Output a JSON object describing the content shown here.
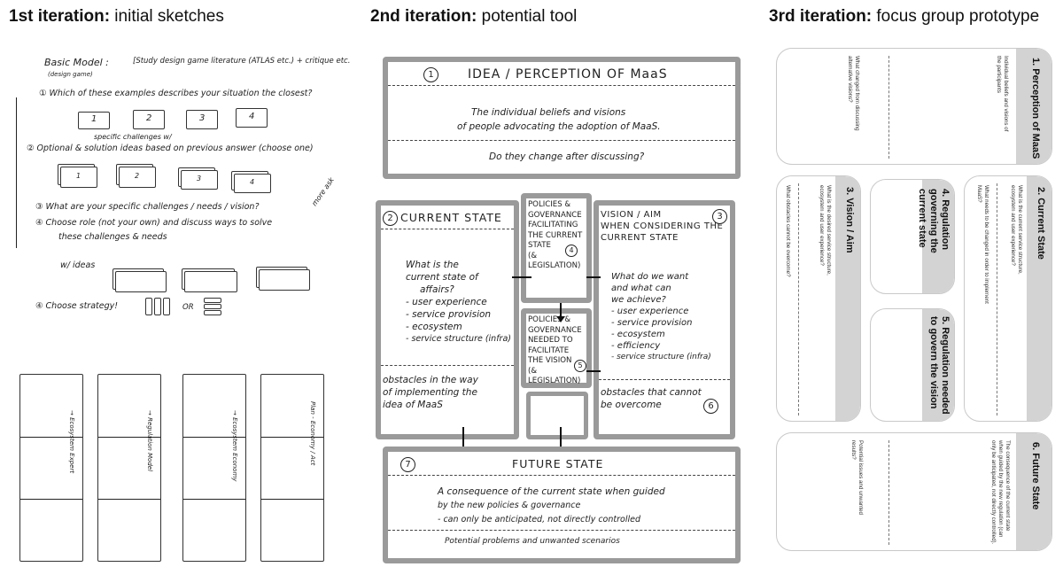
{
  "headers": {
    "col1": {
      "bold": "1st iteration:",
      "rest": " initial sketches"
    },
    "col2": {
      "bold": "2nd iteration:",
      "rest": " potential tool"
    },
    "col3": {
      "bold": "3rd iteration:",
      "rest": " focus group prototype"
    }
  },
  "sketch": {
    "heading": "Basic Model :",
    "heading_sub": "(design game)",
    "note": "[Study design game literature (ATLAS etc.) + critique etc.",
    "step1": "① Which of these examples describes your situation the closest?",
    "boxes1": [
      "1",
      "2",
      "3",
      "4"
    ],
    "step2a": "specific challenges w/",
    "step2": "② Optional & solution ideas based on previous answer (choose one)",
    "stacks2": [
      "1",
      "2",
      "3",
      "4"
    ],
    "step3": "③ What are your specific challenges / needs / vision?",
    "step4": "④ Choose role (not your own) and discuss ways to solve",
    "step4b": "these challenges & needs",
    "ideas": "w/ ideas",
    "step5": "④ Choose strategy!",
    "or": "OR",
    "side_note": "more ask",
    "strip_labels": [
      "→ Ecosystem Expert",
      "→ Regulation Model",
      "→ Ecosystem Economy",
      "Plan - Economy / Act"
    ]
  },
  "tool": {
    "idea": {
      "num": "1",
      "title": "IDEA / PERCEPTION OF MaaS",
      "line1": "The individual beliefs and visions",
      "line2": "of people advocating the adoption of MaaS.",
      "line3": "Do they change after discussing?"
    },
    "current": {
      "num": "2",
      "title": "CURRENT STATE",
      "lines": [
        "What is the",
        "current state of",
        "affairs?",
        "- user experience",
        "- service provision",
        "- ecosystem",
        "- service structure (infra)"
      ],
      "obstacles": [
        "obstacles in the way",
        "of implementing the",
        "idea of MaaS"
      ]
    },
    "pol_current": {
      "num": "4",
      "lines": [
        "POLICIES &",
        "GOVERNANCE",
        "FACILITATING",
        "THE CURRENT",
        "STATE",
        "(& LEGISLATION)"
      ]
    },
    "pol_needed": {
      "num": "5",
      "lines": [
        "POLICIES &",
        "GOVERNANCE",
        "NEEDED TO",
        "FACILITATE",
        "THE VISION",
        "(& LEGISLATION)"
      ]
    },
    "vision": {
      "num": "3",
      "title_lines": [
        "VISION / AIM",
        "WHEN CONSIDERING THE",
        "CURRENT STATE"
      ],
      "lines": [
        "What do we want",
        "and what can",
        "we achieve?",
        "- user experience",
        "- service provision",
        "- ecosystem",
        "- efficiency",
        "- service structure (infra)"
      ],
      "obstacles": [
        "obstacles that cannot",
        "be overcome"
      ],
      "num2": "6"
    },
    "future": {
      "num": "7",
      "title": "FUTURE STATE",
      "line1": "A consequence of the current state when guided",
      "line2": "by the new policies & governance",
      "line3": "- can only be anticipated, not directly controlled",
      "line4": "Potential problems and unwanted scenarios"
    }
  },
  "prototype": {
    "card1": {
      "title": "1. Perception of MaaS",
      "q1": "Individual beliefs and visions of the participants",
      "q2": "What changed from discussing alternative visions?"
    },
    "card2": {
      "title": "2. Current State",
      "q1": "What is the current service structure, ecosystem and user experience?",
      "q2": "What needs to be changed in order to implement MaaS?"
    },
    "card3": {
      "title": "3. Vision / Aim",
      "q1": "What is the desired service structure, ecosystem and user experience?",
      "q2": "What obstacles cannot be overcome?"
    },
    "card4": {
      "title": "4. Regulation governing the current state"
    },
    "card5": {
      "title": "5. Regulation needed to govern the vision"
    },
    "card6": {
      "title": "6. Future State",
      "q1": "The consequence of the current state when guided by the new regulation (can only be anticipated, not directly controlled).",
      "q2": "Potential issues and unwanted results?"
    }
  }
}
